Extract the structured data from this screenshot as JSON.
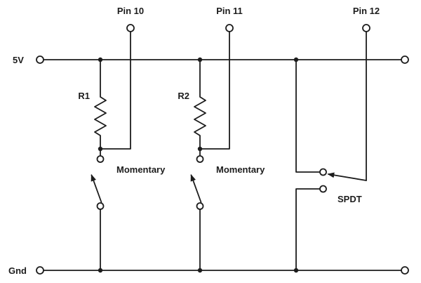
{
  "diagram": {
    "rails": {
      "top_label": "5V",
      "bottom_label": "Gnd"
    },
    "pins": {
      "pin10": "Pin 10",
      "pin11": "Pin 11",
      "pin12": "Pin 12"
    },
    "resistors": {
      "r1": "R1",
      "r2": "R2"
    },
    "switches": {
      "sw1": "Momentary",
      "sw2": "Momentary",
      "sw3": "SPDT"
    },
    "colors": {
      "wire": "#1c1c1c",
      "background": "#ffffff"
    }
  }
}
